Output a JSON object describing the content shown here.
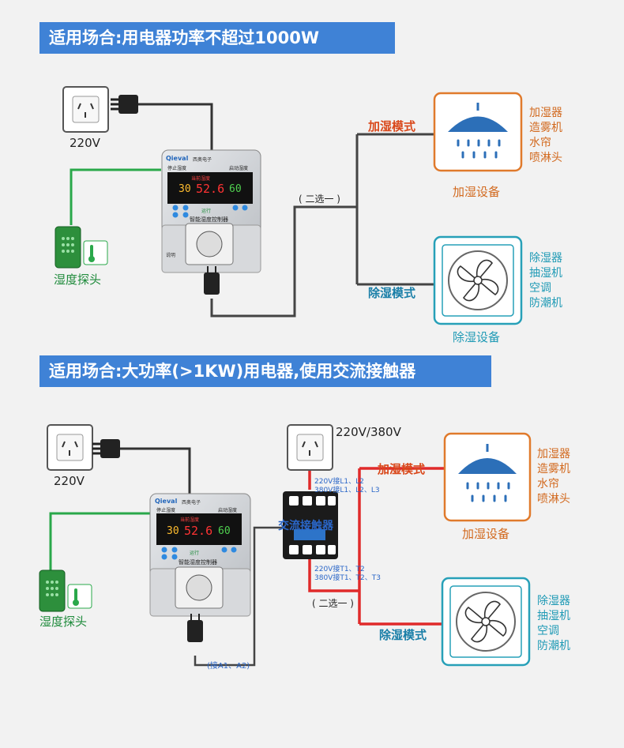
{
  "section1": {
    "banner": "适用场合:用电器功率不超过1000W",
    "voltage_label": "220V",
    "probe_label": "湿度探头",
    "choice_label": "( 二选一 )",
    "humidify_mode": "加湿模式",
    "dehumidify_mode": "除湿模式",
    "humidify_device": "加湿设备",
    "dehumidify_device": "除湿设备",
    "humidify_list": [
      "加湿器",
      "造雾机",
      "水帘",
      "喷淋头"
    ],
    "dehumidify_list": [
      "除湿器",
      "抽湿机",
      "空调",
      "防潮机"
    ]
  },
  "section2": {
    "banner": "适用场合:大功率(>1KW)用电器,使用交流接触器",
    "voltage_label": "220V",
    "contactor_voltage_label": "220V/380V",
    "probe_label": "湿度探头",
    "choice_label": "( 二选一 )",
    "contactor_label": "交流接触器",
    "contactor_input_note": [
      "220V接L1、L2",
      "380V接L1、L2、L3"
    ],
    "contactor_output_note": [
      "220V接T1、T2",
      "380V接T1、T2、T3"
    ],
    "connect_note": "(接A1、A2)",
    "humidify_mode": "加湿模式",
    "dehumidify_mode": "除湿模式",
    "humidify_device": "加湿设备",
    "humidify_list": [
      "加湿器",
      "造雾机",
      "水帘",
      "喷淋头"
    ],
    "dehumidify_list": [
      "除湿器",
      "抽湿机",
      "空调",
      "防潮机"
    ]
  },
  "controller": {
    "brand": "Qieval",
    "brand_sub": "西奥电子",
    "panel_title": "当前湿度",
    "stop_label": "停止湿度",
    "start_label": "启动湿度",
    "stop_value": "30",
    "current_value": "52.6",
    "start_value": "60",
    "model_name": "智能湿度控制器",
    "run_label": "运行"
  },
  "icons": [
    "outlet-icon",
    "plug-icon",
    "probe-icon",
    "thermometer-icon",
    "shower-head-icon",
    "fan-icon",
    "contactor-icon"
  ],
  "colors": {
    "banner": "#3f82d6",
    "humidify_wire": "#e02a2a",
    "wire_dark": "#333333",
    "probe_wire": "#2aa84a",
    "humidify_frame": "#e07a2c",
    "dehumidify_frame": "#27a0b8"
  }
}
